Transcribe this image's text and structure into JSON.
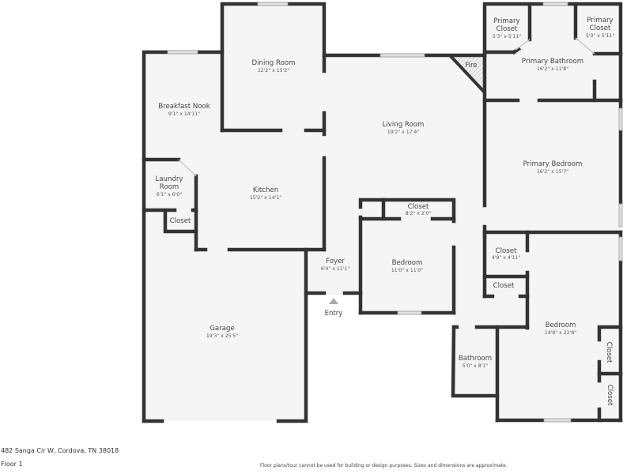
{
  "plan": {
    "rooms": [
      {
        "id": "dining",
        "name": "Dining Room",
        "dim": "12'2\" x 15'2\""
      },
      {
        "id": "breakfast",
        "name": "Breakfast Nook",
        "dim": "9'1\" x 14'11\""
      },
      {
        "id": "living",
        "name": "Living Room",
        "dim": "19'2\" x 17'4\""
      },
      {
        "id": "laundry",
        "name_line1": "Laundry",
        "name_line2": "Room",
        "dim": "6'1\" x 6'0\""
      },
      {
        "id": "laundry_closet",
        "name": "Closet"
      },
      {
        "id": "kitchen",
        "name": "Kitchen",
        "dim": "15'2\" x 14'1\""
      },
      {
        "id": "primary_closet_left",
        "name_line1": "Primary",
        "name_line2": "Closet",
        "dim": "5'3\" x 5'11\""
      },
      {
        "id": "primary_closet_right",
        "name_line1": "Primary",
        "name_line2": "Closet",
        "dim": "5'0\" x 5'11\""
      },
      {
        "id": "primary_bath",
        "name": "Primary Bathroom",
        "dim": "16'2\" x 11'8\""
      },
      {
        "id": "fire",
        "name": "Fire"
      },
      {
        "id": "primary_bed",
        "name": "Primary Bedroom",
        "dim": "16'2\" x 15'7\""
      },
      {
        "id": "hall_closet",
        "name": "Closet",
        "dim": "8'2\" x 2'0\""
      },
      {
        "id": "bedroom2",
        "name": "Bedroom",
        "dim": "11'0\" x 11'0\""
      },
      {
        "id": "foyer",
        "name": "Foyer",
        "dim": "6'4\" x 11'1\""
      },
      {
        "id": "entry",
        "name": "Entry"
      },
      {
        "id": "closet_a",
        "name": "Closet",
        "dim": "4'9\" x 4'11\""
      },
      {
        "id": "closet_b",
        "name": "Closet"
      },
      {
        "id": "bedroom3",
        "name": "Bedroom",
        "dim": "14'8\" x 22'8\""
      },
      {
        "id": "bathroom",
        "name": "Bathroom",
        "dim": "5'0\" x 8'1\""
      },
      {
        "id": "closet_c",
        "name": "Closet"
      },
      {
        "id": "closet_d",
        "name": "Closet"
      },
      {
        "id": "garage",
        "name": "Garage",
        "dim": "19'3\" x 25'5\""
      }
    ]
  },
  "footer": {
    "address": "482 Sanga Cir W, Cordova, TN 38018",
    "floor": "Floor 1",
    "disclaimer": "Floor plans/tour cannot be used for building or design purposes. Sizes and dimensions are approximate."
  },
  "colors": {
    "wall": "#333333",
    "floor": "#f5f5f5",
    "text": "#444444"
  }
}
